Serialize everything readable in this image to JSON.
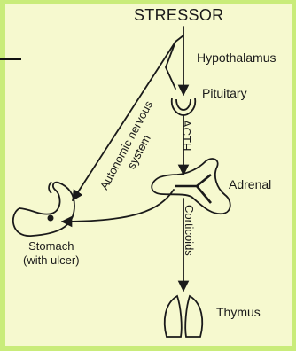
{
  "labels": {
    "stressor": "STRESSOR",
    "hypothalamus": "Hypothalamus",
    "pituitary": "Pituitary",
    "acth": "ACTH",
    "adrenal": "Adrenal",
    "corticoids": "Corticoids",
    "thymus": "Thymus",
    "stomach_line1": "Stomach",
    "stomach_line2": "(with ulcer)",
    "ans_line1": "Autonomic nervous",
    "ans_line2": "system"
  },
  "colors": {
    "background": "#f6f9cf",
    "frame": "#c9ec7a",
    "ink": "#1a1a1a"
  }
}
